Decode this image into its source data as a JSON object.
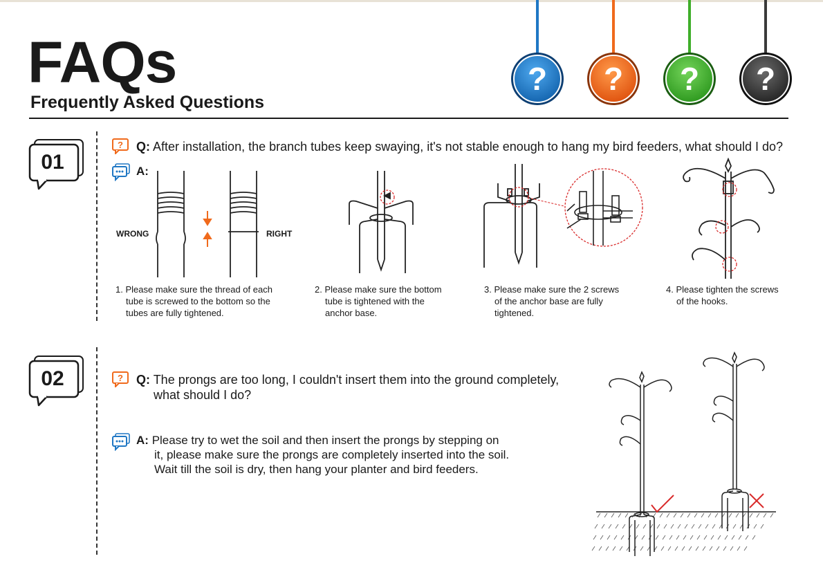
{
  "header": {
    "title": "FAQs",
    "subtitle": "Frequently Asked Questions",
    "question_badges": [
      {
        "symbol": "?",
        "color": "#1f77c4"
      },
      {
        "symbol": "?",
        "color": "#f06a1c"
      },
      {
        "symbol": "?",
        "color": "#3fae2a"
      },
      {
        "symbol": "?",
        "color": "#3a3a3a"
      }
    ]
  },
  "faq1": {
    "number": "01",
    "q_prefix": "Q:",
    "question": "After installation, the branch tubes keep swaying, it's not stable enough to hang my bird feeders, what should I do?",
    "a_prefix": "A:",
    "label_wrong": "WRONG",
    "label_right": "RIGHT",
    "steps": [
      {
        "num": "1.",
        "line1": "Please make sure the thread of each",
        "line2": "tube is screwed to the bottom so the",
        "line3": "tubes are fully tightened."
      },
      {
        "num": "2.",
        "line1": "Please make sure the bottom",
        "line2": "tube is tightened with the",
        "line3": "anchor base."
      },
      {
        "num": "3.",
        "line1": "Please make sure the 2 screws",
        "line2": "of the anchor base are fully",
        "line3": "tightened."
      },
      {
        "num": "4.",
        "line1": "Please tighten the screws",
        "line2": "of the hooks.",
        "line3": ""
      }
    ]
  },
  "faq2": {
    "number": "02",
    "q_prefix": "Q:",
    "question_line1": "The prongs are too long, I couldn't insert them into the ground completely,",
    "question_line2": "what should I do?",
    "a_prefix": "A:",
    "answer_line1": "Please try to wet the soil and then insert the prongs by stepping on",
    "answer_line2": "it, please make sure the prongs are completely inserted into the soil.",
    "answer_line3": "Wait till the soil is dry, then hang your planter and bird feeders."
  },
  "colors": {
    "accent_orange": "#f06a1c",
    "accent_blue": "#1f77c4",
    "check_red": "#d92b2b",
    "dash_red": "#d92b2b"
  }
}
